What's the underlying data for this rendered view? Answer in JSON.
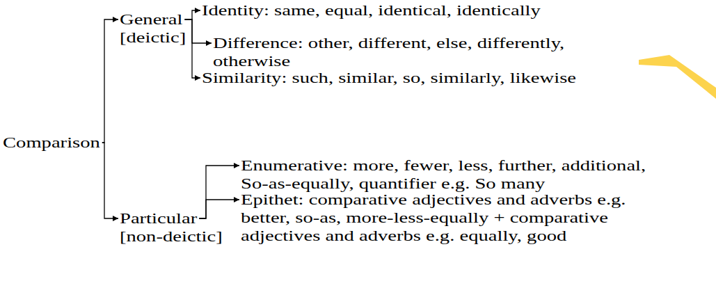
{
  "diagram": {
    "nodes": [
      {
        "text": [
          "Comparison"
        ]
      },
      {
        "text": [
          "General",
          "[deictic]"
        ]
      },
      {
        "text": [
          "Identity: same, equal, identical, identically"
        ]
      },
      {
        "text": [
          "Difference: other, different, else, differently, otherwise"
        ]
      },
      {
        "text": [
          "Similarity: such, similar, so, similarly, likewise"
        ]
      },
      {
        "text": [
          "Particular",
          "[non-deictic]"
        ]
      },
      {
        "text": [
          "Enumerative: more, fewer, less, further, additional, So-as-equally, quantifier e.g. So many"
        ]
      },
      {
        "text": [
          "Epithet: comparative adjectives and adverbs e.g. better, so-as, more-less-equally + comparative adjectives and adverbs e.g. equally, good"
        ]
      }
    ],
    "edges": [
      {
        "from": 0,
        "to": 1,
        "arrow": "to"
      },
      {
        "from": 0,
        "to": 5,
        "arrow": "to"
      },
      {
        "from": 1,
        "to": 2,
        "arrow": "to"
      },
      {
        "from": 1,
        "to": 3,
        "arrow": "to"
      },
      {
        "from": 1,
        "to": 4,
        "arrow": "to"
      },
      {
        "from": 5,
        "to": 6,
        "arrow": "to"
      },
      {
        "from": 5,
        "to": 7,
        "arrow": "to"
      }
    ]
  }
}
